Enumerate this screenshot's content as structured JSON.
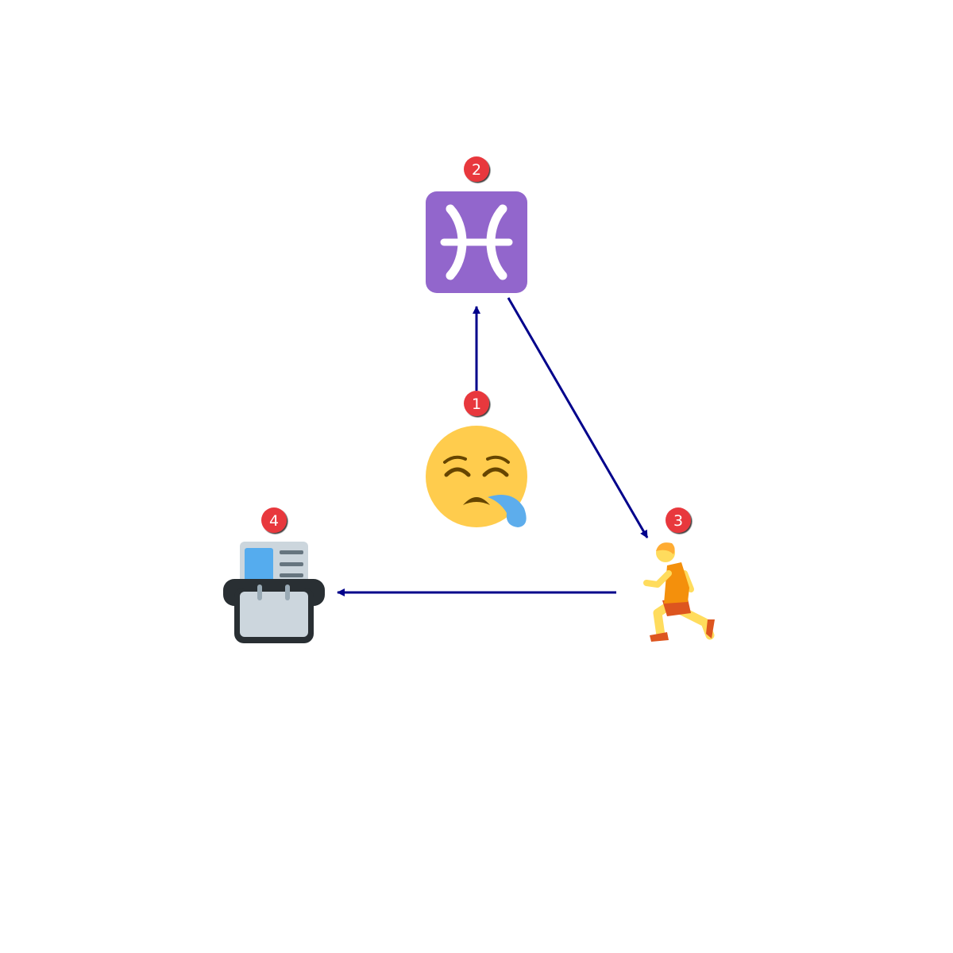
{
  "diagram": {
    "nodes": [
      {
        "id": "1",
        "badge": "1",
        "icon": "sleepy-face-icon"
      },
      {
        "id": "2",
        "badge": "2",
        "icon": "pisces-icon"
      },
      {
        "id": "3",
        "badge": "3",
        "icon": "person-running-icon"
      },
      {
        "id": "4",
        "badge": "4",
        "icon": "card-index-icon"
      }
    ],
    "edges": [
      {
        "from": "1",
        "to": "2"
      },
      {
        "from": "2",
        "to": "3"
      },
      {
        "from": "3",
        "to": "4"
      }
    ],
    "colors": {
      "arrow": "#00008b",
      "badge": "#e8383d",
      "badge_text": "#ffffff",
      "pisces_bg": "#9266cc",
      "face": "#ffcc4d",
      "face_features": "#664500",
      "tear": "#5dadec",
      "runner_skin": "#ffdc5d",
      "runner_shirt": "#f4900c",
      "runner_shorts": "#dd551f",
      "card_dark": "#292f33",
      "card_light": "#ccd6dd",
      "card_blue": "#55acee",
      "card_lines": "#66757f"
    }
  }
}
